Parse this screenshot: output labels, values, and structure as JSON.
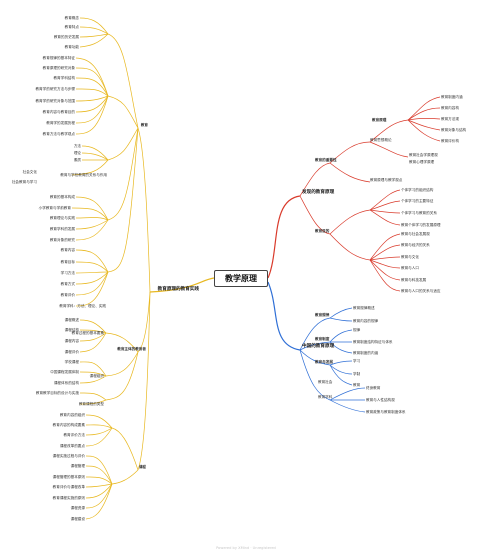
{
  "root": {
    "title": "教学原理"
  },
  "branches": {
    "top_right": "发现的教育原理",
    "bottom_right": "中国的教育原理",
    "left": "教育原理的教育实践"
  },
  "subtitles": {
    "tr1": "教育的重要性",
    "tr2": "教育目的",
    "br1": "教育规律",
    "br2": "教育制度",
    "br3": "教育与发展",
    "l1": "教育",
    "l2": "教育主体的教育者",
    "l3": "课程"
  },
  "right_labels": [
    "教育制度内涵",
    "教育内容构",
    "教育方法观",
    "教育对象与结构",
    "教育评价构",
    "教育原理",
    "教育思想概论",
    "教育社会学原理观",
    "教育心理学原理",
    "教育原理与教学观点",
    "个体学习的组织结构",
    "个体学习的主要特征",
    "个体学习与教育的关系",
    "教育个体学习的发展原理",
    "教育与社会发展观",
    "教育与经济的关系",
    "教育与文化",
    "教育与人口",
    "教育与科技发展",
    "教育与人口的关系与适应",
    "教育规律概述",
    "教育内容的规律",
    "规律",
    "教育制度结构特征与体系",
    "教育制度的内涵",
    "学习",
    "学制",
    "教育",
    "教育社会",
    "教育学科",
    "终身教育",
    "教育与人性结构观",
    "教育政策与教育制度体系"
  ],
  "left_labels": [
    "教育概念",
    "教育特点",
    "教育的历史发展",
    "教育功能",
    "教育规律的基本特征",
    "教育原理的研究对象",
    "教育学科结构",
    "教育学的研究方法与步骤",
    "教育学的研究对象与范围",
    "教育内容与教育目的",
    "教育学的发展历程",
    "教育方法与教学观点",
    "方法",
    "理论",
    "素质",
    "社会文化",
    "社会教育与学习",
    "教育与学校教育的关系与作用",
    "教育的基本构成",
    "小学教育与学前教育",
    "教育理论与实践",
    "教育学科的发展",
    "教育对象的研究",
    "教育内容",
    "教育目标",
    "学习方法",
    "教育方式",
    "教育评价",
    "教育学科：方法、理论、实践",
    "课程概述",
    "课程结构",
    "课程内容",
    "课程评价",
    "学校课程",
    "中国课程发展体制",
    "课程体系的结构",
    "教育过程的基本要素",
    "课程组织",
    "教育教学目标的设计与实施",
    "教育课程的类型",
    "教育内容的组织",
    "教育内容的构成要素",
    "教育评价方法",
    "课程改革的要点",
    "课程实施过程与评价",
    "课程管理",
    "课程管理的基本原则",
    "教育评价与课程改革",
    "教育课程实施的原则",
    "课程资源",
    "课程建设"
  ],
  "watermark": "Powered by XMind · Unregistered",
  "colors": {
    "top_right_branch": "#d93a2b",
    "bottom_right_branch": "#2f6fd6",
    "left_branch": "#e8b820"
  }
}
